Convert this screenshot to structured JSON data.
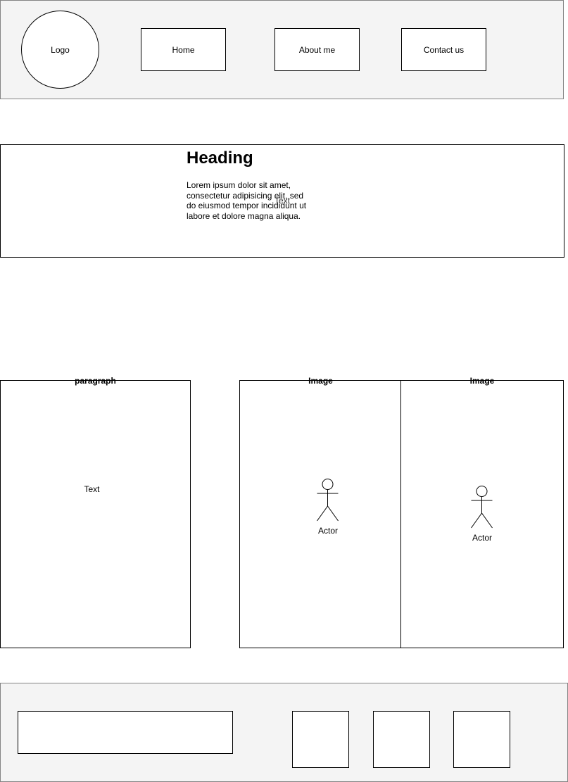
{
  "header": {
    "logo": "Logo",
    "nav": [
      "Home",
      "About me",
      "Contact us"
    ]
  },
  "hero": {
    "heading": "Heading",
    "paragraph": "Lorem ipsum dolor sit amet, consectetur adipisicing elit, sed do eiusmod tempor incididunt ut labore et dolore magna aliqua.",
    "overlay_text": "Text"
  },
  "content": {
    "paragraph_label": "paragraph",
    "paragraph_text": "Text",
    "images": [
      {
        "label": "Image",
        "actor": "Actor"
      },
      {
        "label": "Image",
        "actor": "Actor"
      }
    ]
  }
}
